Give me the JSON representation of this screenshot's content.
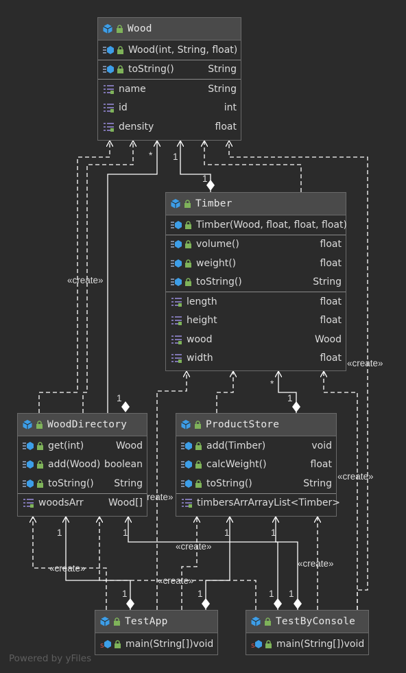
{
  "classes": {
    "wood": {
      "name": "Wood",
      "constructors": [
        {
          "name": "Wood(int, String, float)",
          "type": ""
        }
      ],
      "methods": [
        {
          "name": "toString()",
          "type": "String"
        }
      ],
      "fields": [
        {
          "name": "name",
          "type": "String"
        },
        {
          "name": "id",
          "type": "int"
        },
        {
          "name": "density",
          "type": "float"
        }
      ]
    },
    "timber": {
      "name": "Timber",
      "constructors": [
        {
          "name": "Timber(Wood, float, float, float)",
          "type": ""
        }
      ],
      "methods": [
        {
          "name": "volume()",
          "type": "float"
        },
        {
          "name": "weight()",
          "type": "float"
        },
        {
          "name": "toString()",
          "type": "String"
        }
      ],
      "fields": [
        {
          "name": "length",
          "type": "float"
        },
        {
          "name": "height",
          "type": "float"
        },
        {
          "name": "wood",
          "type": "Wood"
        },
        {
          "name": "width",
          "type": "float"
        }
      ]
    },
    "wood_directory": {
      "name": "WoodDirectory",
      "methods": [
        {
          "name": "get(int)",
          "type": "Wood"
        },
        {
          "name": "add(Wood)",
          "type": "boolean"
        },
        {
          "name": "toString()",
          "type": "String"
        }
      ],
      "fields": [
        {
          "name": "woodsArr",
          "type": "Wood[]"
        }
      ]
    },
    "product_store": {
      "name": "ProductStore",
      "methods": [
        {
          "name": "add(Timber)",
          "type": "void"
        },
        {
          "name": "calcWeight()",
          "type": "float"
        },
        {
          "name": "toString()",
          "type": "String"
        }
      ],
      "fields": [
        {
          "name": "timbersArr",
          "type": "ArrayList<Timber>"
        }
      ]
    },
    "test_app": {
      "name": "TestApp",
      "methods": [
        {
          "name": "main(String[])",
          "type": "void"
        }
      ]
    },
    "test_by_console": {
      "name": "TestByConsole",
      "methods": [
        {
          "name": "main(String[])",
          "type": "void"
        }
      ]
    }
  },
  "edge_labels": {
    "create": "«create»",
    "one": "1",
    "many": "*"
  },
  "watermark": "Powered by yFiles",
  "colors": {
    "background": "#2b2b2b",
    "header": "#4a4a4a",
    "border": "#6a6a6a",
    "text": "#dcdcdc",
    "class_icon": "#3d9ee8",
    "lock": "#7fb35a",
    "field_icon": "#9b8fe0",
    "line": "#ffffff"
  },
  "icons": {
    "class": "class-icon",
    "lock": "lock-icon",
    "constructor": "constructor-icon",
    "method": "method-icon",
    "field": "field-icon",
    "static_method": "static-method-icon"
  }
}
